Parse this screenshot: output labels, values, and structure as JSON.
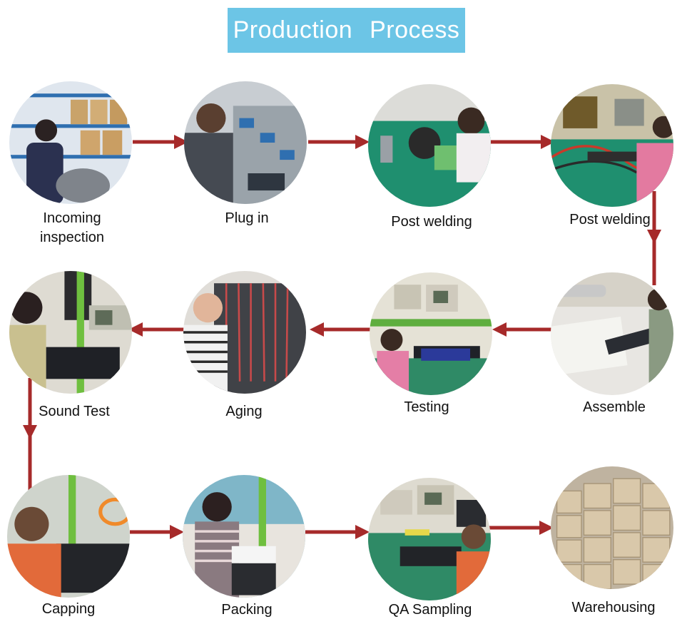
{
  "title": "Production  Process",
  "colors": {
    "title_bg": "#6cc5e6",
    "title_text": "#ffffff",
    "arrow": "#a62a2a",
    "label_text": "#111111"
  },
  "steps": [
    {
      "label": "Incoming\ninspection",
      "scene": "warehouse-shelf"
    },
    {
      "label": "Plug in",
      "scene": "assembly-line"
    },
    {
      "label": "Post welding",
      "scene": "green-workbench"
    },
    {
      "label": "Post welding",
      "scene": "green-workbench"
    },
    {
      "label": "Assemble",
      "scene": "workbench"
    },
    {
      "label": "Testing",
      "scene": "oscilloscope-bench"
    },
    {
      "label": "Aging",
      "scene": "cable-rack"
    },
    {
      "label": "Sound Test",
      "scene": "speaker-bench"
    },
    {
      "label": "Capping",
      "scene": "amplifier-bench"
    },
    {
      "label": "Packing",
      "scene": "packing-room"
    },
    {
      "label": "QA Sampling",
      "scene": "oscilloscope-bench"
    },
    {
      "label": "Warehousing",
      "scene": "carton-stack"
    }
  ]
}
